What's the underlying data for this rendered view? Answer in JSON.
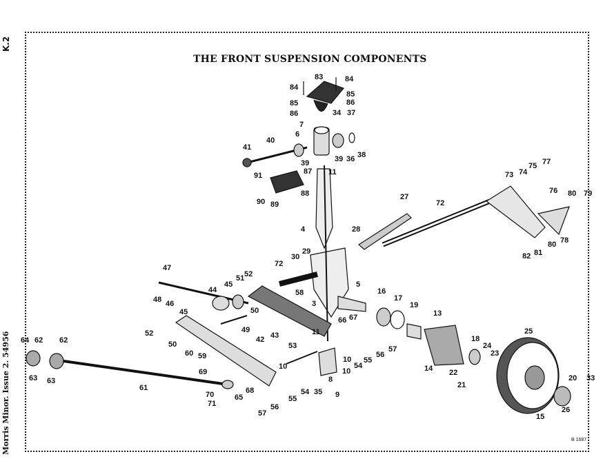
{
  "page_code": "K.2",
  "title": "THE FRONT SUSPENSION COMPONENTS",
  "footer": "Morris Minor.  Issue 2.  54956",
  "figure_ref": "B 1687",
  "callouts": [
    {
      "id": "c1",
      "text": "83"
    },
    {
      "id": "c2",
      "text": "84"
    },
    {
      "id": "c3",
      "text": "84"
    },
    {
      "id": "c4",
      "text": "85"
    },
    {
      "id": "c5",
      "text": "85"
    },
    {
      "id": "c6",
      "text": "86"
    },
    {
      "id": "c7",
      "text": "86"
    },
    {
      "id": "c8",
      "text": "34"
    },
    {
      "id": "c9",
      "text": "37"
    },
    {
      "id": "c10",
      "text": "7"
    },
    {
      "id": "c11",
      "text": "6"
    },
    {
      "id": "c12",
      "text": "40"
    },
    {
      "id": "c13",
      "text": "41"
    },
    {
      "id": "c14",
      "text": "39"
    },
    {
      "id": "c15",
      "text": "39"
    },
    {
      "id": "c16",
      "text": "36"
    },
    {
      "id": "c17",
      "text": "38"
    },
    {
      "id": "c18",
      "text": "87"
    },
    {
      "id": "c19",
      "text": "11"
    },
    {
      "id": "c20",
      "text": "91"
    },
    {
      "id": "c21",
      "text": "88"
    },
    {
      "id": "c22",
      "text": "90"
    },
    {
      "id": "c23",
      "text": "89"
    },
    {
      "id": "c24",
      "text": "73"
    },
    {
      "id": "c25",
      "text": "74"
    },
    {
      "id": "c26",
      "text": "75"
    },
    {
      "id": "c27",
      "text": "77"
    },
    {
      "id": "c28",
      "text": "76"
    },
    {
      "id": "c29",
      "text": "80"
    },
    {
      "id": "c30",
      "text": "79"
    },
    {
      "id": "c31",
      "text": "27"
    },
    {
      "id": "c32",
      "text": "72"
    },
    {
      "id": "c33",
      "text": "4"
    },
    {
      "id": "c34",
      "text": "28"
    },
    {
      "id": "c35",
      "text": "82"
    },
    {
      "id": "c36",
      "text": "81"
    },
    {
      "id": "c37",
      "text": "80"
    },
    {
      "id": "c38",
      "text": "78"
    },
    {
      "id": "c39",
      "text": "29"
    },
    {
      "id": "c40",
      "text": "30"
    },
    {
      "id": "c41",
      "text": "72"
    },
    {
      "id": "c42",
      "text": "47"
    },
    {
      "id": "c43",
      "text": "48"
    },
    {
      "id": "c44",
      "text": "46"
    },
    {
      "id": "c45",
      "text": "44"
    },
    {
      "id": "c46",
      "text": "45"
    },
    {
      "id": "c47",
      "text": "51"
    },
    {
      "id": "c48",
      "text": "52"
    },
    {
      "id": "c49",
      "text": "50"
    },
    {
      "id": "c50",
      "text": "3"
    },
    {
      "id": "c51",
      "text": "58"
    },
    {
      "id": "c52",
      "text": "5"
    },
    {
      "id": "c53",
      "text": "16"
    },
    {
      "id": "c54",
      "text": "17"
    },
    {
      "id": "c55",
      "text": "19"
    },
    {
      "id": "c56",
      "text": "13"
    },
    {
      "id": "c57",
      "text": "45"
    },
    {
      "id": "c58",
      "text": "49"
    },
    {
      "id": "c59",
      "text": "43"
    },
    {
      "id": "c60",
      "text": "66"
    },
    {
      "id": "c61",
      "text": "67"
    },
    {
      "id": "c62",
      "text": "11"
    },
    {
      "id": "c63",
      "text": "52"
    },
    {
      "id": "c64",
      "text": "50"
    },
    {
      "id": "c65",
      "text": "42"
    },
    {
      "id": "c66",
      "text": "60"
    },
    {
      "id": "c67",
      "text": "59"
    },
    {
      "id": "c68",
      "text": "53"
    },
    {
      "id": "c69",
      "text": "57"
    },
    {
      "id": "c70",
      "text": "56"
    },
    {
      "id": "c71",
      "text": "55"
    },
    {
      "id": "c72",
      "text": "54"
    },
    {
      "id": "c73",
      "text": "10"
    },
    {
      "id": "c74",
      "text": "10"
    },
    {
      "id": "c75",
      "text": "8"
    },
    {
      "id": "c76",
      "text": "9"
    },
    {
      "id": "c77",
      "text": "18"
    },
    {
      "id": "c78",
      "text": "24"
    },
    {
      "id": "c79",
      "text": "23"
    },
    {
      "id": "c80",
      "text": "25"
    },
    {
      "id": "c81",
      "text": "14"
    },
    {
      "id": "c82",
      "text": "22"
    },
    {
      "id": "c83",
      "text": "21"
    },
    {
      "id": "c84",
      "text": "64"
    },
    {
      "id": "c85",
      "text": "62"
    },
    {
      "id": "c86",
      "text": "62"
    },
    {
      "id": "c87",
      "text": "63"
    },
    {
      "id": "c88",
      "text": "63"
    },
    {
      "id": "c89",
      "text": "61"
    },
    {
      "id": "c90",
      "text": "69"
    },
    {
      "id": "c91",
      "text": "70"
    },
    {
      "id": "c92",
      "text": "71"
    },
    {
      "id": "c93",
      "text": "65"
    },
    {
      "id": "c94",
      "text": "68"
    },
    {
      "id": "c95",
      "text": "57"
    },
    {
      "id": "c96",
      "text": "56"
    },
    {
      "id": "c97",
      "text": "55"
    },
    {
      "id": "c98",
      "text": "54"
    },
    {
      "id": "c99",
      "text": "35"
    },
    {
      "id": "c100",
      "text": "20"
    },
    {
      "id": "c101",
      "text": "33"
    },
    {
      "id": "c102",
      "text": "26"
    },
    {
      "id": "c103",
      "text": "15"
    },
    {
      "id": "c104",
      "text": "10"
    }
  ]
}
